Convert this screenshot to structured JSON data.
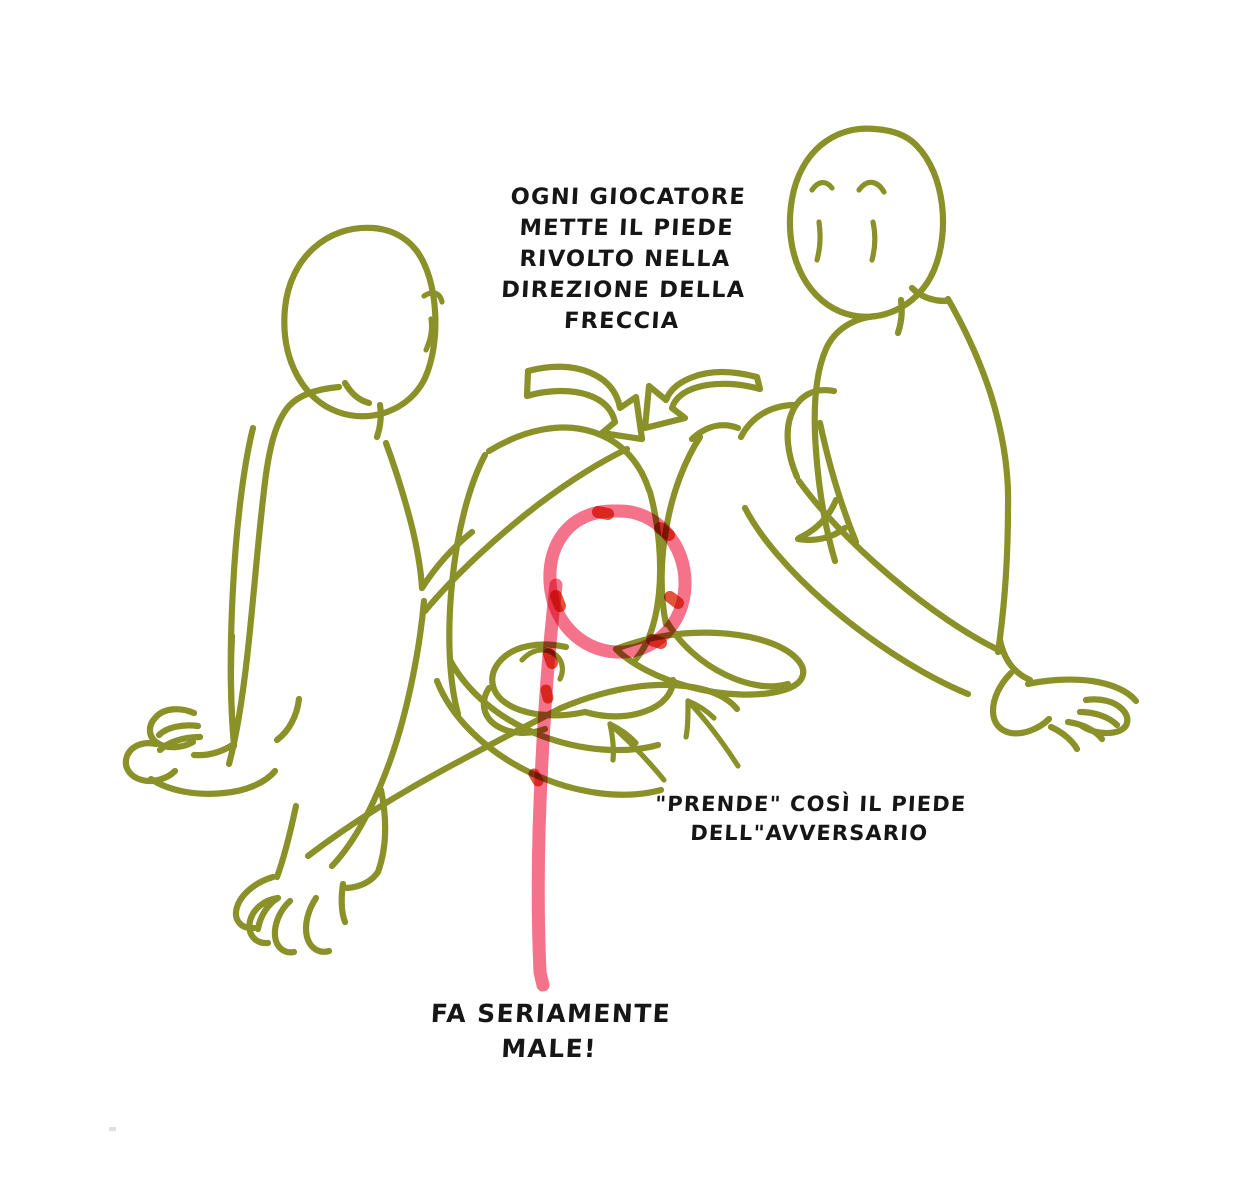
{
  "illustration": {
    "title": "Hand-drawn instructional sketch of a two-player foot game",
    "background_color": "#ffffff",
    "ink_color": "#8a9128",
    "ink_color_light": "#99a033",
    "highlight_color": "#f4728a",
    "highlight_overlap_color": "#e0452a",
    "text_color": "#161616",
    "stroke_width": 6,
    "figures": [
      {
        "name": "left-player",
        "facing": "right",
        "pose": "seated, leaning back on arms, knees raised"
      },
      {
        "name": "right-player",
        "facing": "left",
        "pose": "seated, leaning back on arms, knees raised"
      }
    ],
    "icons": {
      "arrow_left_block": "block-arrow-right-down",
      "arrow_right_block": "block-arrow-left",
      "pointer_near": "thin-arrow-up-left",
      "pointer_far": "thin-arrow-up-left",
      "highlight_circle": "circle-highlight",
      "callout_line": "curved-pointer-line"
    }
  },
  "captions": {
    "instruction": "OGNI GIOCATORE\nMETTE IL PIEDE\nRIVOLTO NELLA\nDIREZIONE DELLA\nFRECCIA",
    "grab": "\"PRENDE\" COSÌ IL PIEDE\nDELL\"AVVERSARIO",
    "pain": "FA SERIAMENTE\nMALE!"
  }
}
